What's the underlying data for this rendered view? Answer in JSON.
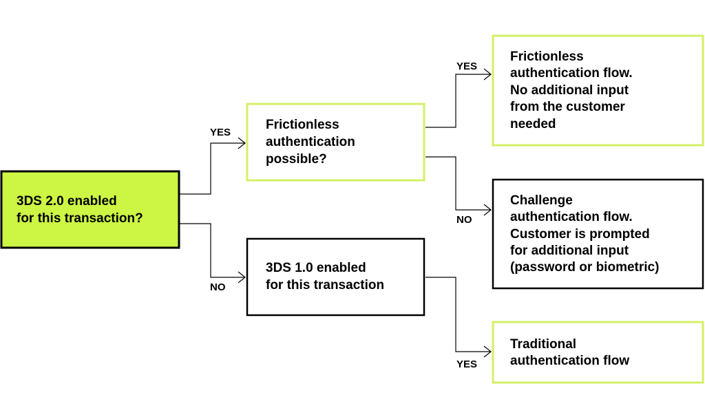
{
  "colors": {
    "accent_fill": "#ccf544",
    "accent_border": "#d3f066",
    "dark_border": "#000000",
    "text": "#000000",
    "background": "#ffffff"
  },
  "nodes": {
    "root": {
      "lines": [
        "3DS 2.0 enabled",
        "for this transaction?"
      ]
    },
    "frictionless_possible": {
      "lines": [
        "Frictionless",
        "authentication",
        "possible?"
      ]
    },
    "threeds1_enabled": {
      "lines": [
        "3DS 1.0 enabled",
        "for this transaction"
      ]
    },
    "frictionless_flow": {
      "lines": [
        "Frictionless",
        "authentication flow.",
        "No additional input",
        "from the customer",
        "needed"
      ]
    },
    "challenge_flow": {
      "lines": [
        "Challenge",
        "authentication flow.",
        "Customer is prompted",
        "for additional input",
        "(password or biometric)"
      ]
    },
    "traditional_flow": {
      "lines": [
        "Traditional",
        "authentication flow"
      ]
    }
  },
  "edges": {
    "root_yes": "YES",
    "root_no": "NO",
    "frictionless_yes": "YES",
    "frictionless_no": "NO",
    "threeds1_yes": "YES"
  }
}
